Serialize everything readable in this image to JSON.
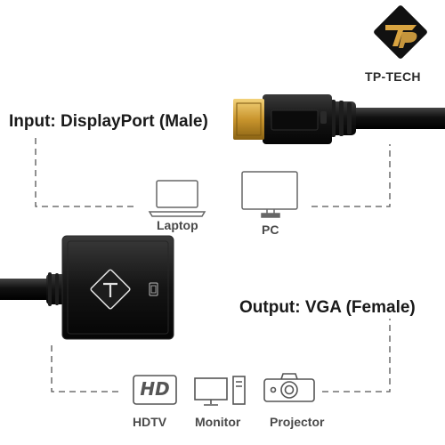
{
  "brand": {
    "name": "TP-TECH",
    "logo_icon": "tp-logo-icon",
    "accent": "#d9a441"
  },
  "input": {
    "label": "Input: DisplayPort (Male)"
  },
  "input_devices": [
    {
      "label": "Laptop",
      "icon": "laptop-icon"
    },
    {
      "label": "PC",
      "icon": "monitor-icon"
    }
  ],
  "output": {
    "label": "Output: VGA (Female)"
  },
  "output_devices": [
    {
      "label": "HDTV",
      "icon": "hdtv-icon"
    },
    {
      "label": "Monitor",
      "icon": "desktop-computer-icon"
    },
    {
      "label": "Projector",
      "icon": "projector-icon"
    }
  ],
  "hdtv_icon_text": "HD"
}
